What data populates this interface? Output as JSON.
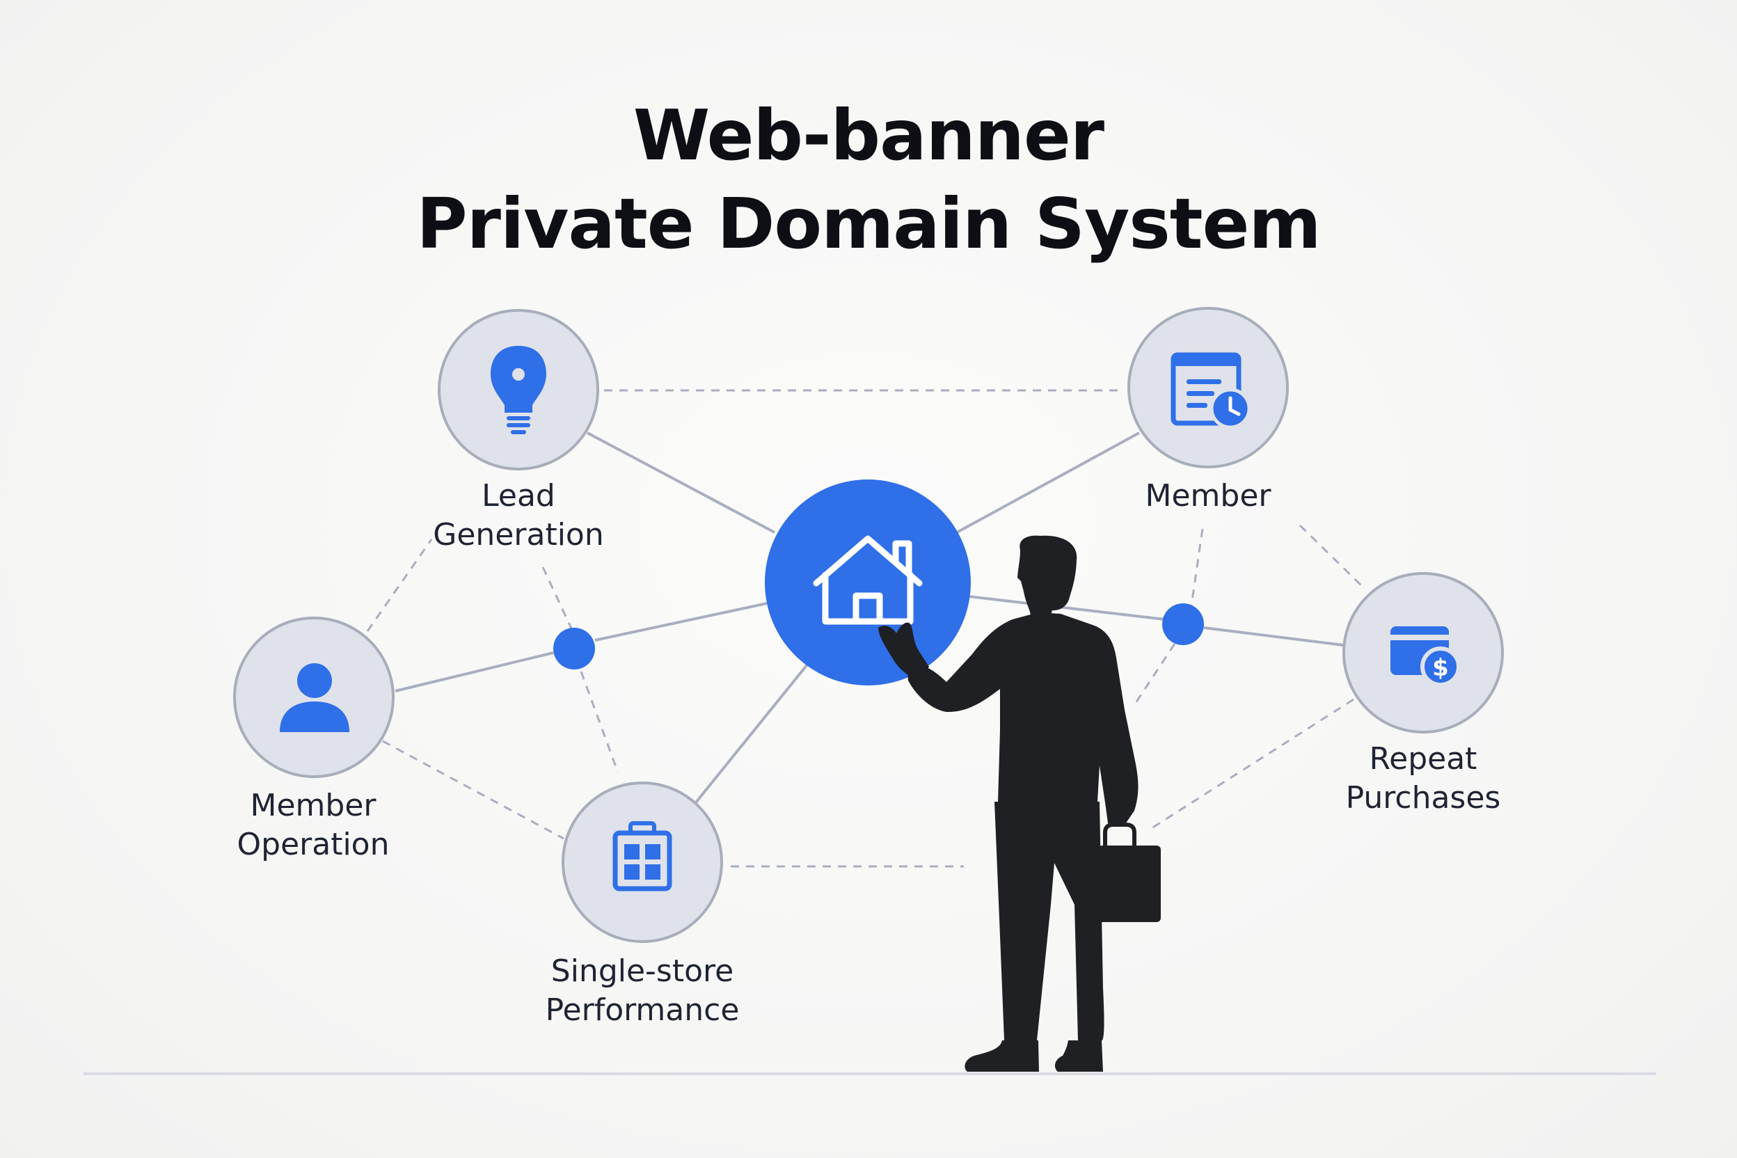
{
  "title": {
    "line1": "Web-banner",
    "line2": "Private Domain System"
  },
  "colors": {
    "accent": "#2f6fe8",
    "node_fill": "#dfe2ea",
    "node_stroke": "#a8adba",
    "connector": "#a9aec0",
    "silhouette": "#1f2024",
    "text": "#1f2433"
  },
  "center_node": {
    "icon": "house-icon"
  },
  "nodes": [
    {
      "id": "lead-generation",
      "icon": "lightbulb-icon",
      "label_line1": "Lead",
      "label_line2": "Generation"
    },
    {
      "id": "member",
      "icon": "calendar-clock-icon",
      "label_line1": "Member",
      "label_line2": ""
    },
    {
      "id": "member-operation",
      "icon": "user-icon",
      "label_line1": "Member",
      "label_line2": "Operation"
    },
    {
      "id": "single-store-performance",
      "icon": "store-icon",
      "label_line1": "Single-store",
      "label_line2": "Performance"
    },
    {
      "id": "repeat-purchases",
      "icon": "payment-card-icon",
      "label_line1": "Repeat",
      "label_line2": "Purchases"
    }
  ],
  "figure": {
    "name": "businessman-silhouette-with-briefcase"
  }
}
